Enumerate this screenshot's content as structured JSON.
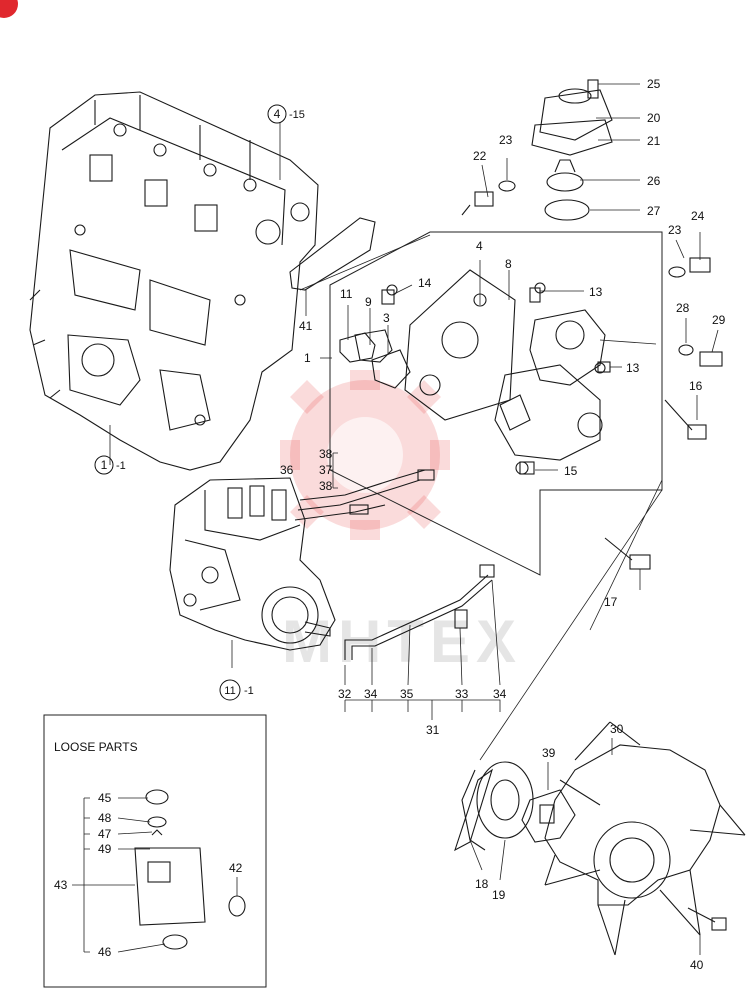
{
  "watermark": {
    "text": "MHTEX",
    "color": "#e23a3a"
  },
  "corner_badge": {
    "color": "#e0282e"
  },
  "loose_parts": {
    "title": "LOOSE PARTS"
  },
  "refs": {
    "head": {
      "num": "4",
      "suffix": "-15"
    },
    "block": {
      "num": "1",
      "suffix": "-1"
    },
    "pump": {
      "num": "11",
      "suffix": "-1"
    }
  },
  "callouts": {
    "p1": "1",
    "p3": "3",
    "p4": "4",
    "p8": "8",
    "p9": "9",
    "p11": "11",
    "p13a": "13",
    "p13b": "13",
    "p14": "14",
    "p15": "15",
    "p16": "16",
    "p17": "17",
    "p18": "18",
    "p19": "19",
    "p20": "20",
    "p21": "21",
    "p22": "22",
    "p23a": "23",
    "p23b": "23",
    "p24": "24",
    "p25": "25",
    "p26": "26",
    "p27": "27",
    "p28": "28",
    "p29": "29",
    "p30": "30",
    "p31": "31",
    "p32": "32",
    "p33": "33",
    "p34a": "34",
    "p34b": "34",
    "p35": "35",
    "p36": "36",
    "p37": "37",
    "p38a": "38",
    "p38b": "38",
    "p39": "39",
    "p40": "40",
    "p41": "41",
    "p42": "42",
    "p43": "43",
    "p45": "45",
    "p46": "46",
    "p47": "47",
    "p48": "48",
    "p49": "49"
  }
}
